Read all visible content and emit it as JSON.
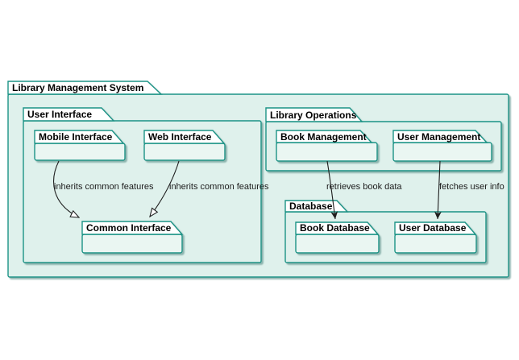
{
  "diagram": {
    "type": "uml-package-diagram",
    "packages": {
      "library_management_system": {
        "name": "Library Management System"
      },
      "user_interface": {
        "name": "User Interface"
      },
      "mobile_interface": {
        "name": "Mobile Interface"
      },
      "web_interface": {
        "name": "Web Interface"
      },
      "common_interface": {
        "name": "Common Interface"
      },
      "library_operations": {
        "name": "Library Operations"
      },
      "book_management": {
        "name": "Book Management"
      },
      "user_management": {
        "name": "User Management"
      },
      "database": {
        "name": "Database"
      },
      "book_database": {
        "name": "Book Database"
      },
      "user_database": {
        "name": "User Database"
      }
    },
    "relationships": {
      "mobile_to_common": {
        "from": "Mobile Interface",
        "to": "Common Interface",
        "label": "inherits common features",
        "arrow": "generalization"
      },
      "web_to_common": {
        "from": "Web Interface",
        "to": "Common Interface",
        "label": "inherits common features",
        "arrow": "generalization"
      },
      "book_management_to_book_database": {
        "from": "Book Management",
        "to": "Book Database",
        "label": "retrieves book data",
        "arrow": "directed"
      },
      "user_management_to_user_database": {
        "from": "User Management",
        "to": "User Database",
        "label": "fetches user info",
        "arrow": "directed"
      }
    },
    "colors": {
      "background": "#FFFFFF",
      "border": "#1B9386",
      "fill": "#DFF1EC",
      "leaf_fill": "#EAF6F2",
      "tab_fill": "#FFFFFF",
      "edge": "#1E1E1E",
      "label_text": "#1C1C1C",
      "name_text": "#000000",
      "shadow": "#93B5AF"
    }
  }
}
